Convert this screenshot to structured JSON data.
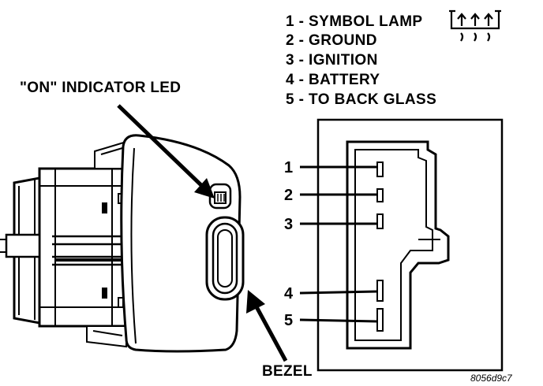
{
  "legend": {
    "items": [
      {
        "num": "1",
        "label": "1 - SYMBOL LAMP"
      },
      {
        "num": "2",
        "label": "2 - GROUND"
      },
      {
        "num": "3",
        "label": "3 - IGNITION"
      },
      {
        "num": "4",
        "label": "4 - BATTERY"
      },
      {
        "num": "5",
        "label": "5 - TO BACK GLASS"
      }
    ],
    "symbol_icon": "rear-defrost-symbol-icon"
  },
  "callouts": {
    "indicator": "\"ON\" INDICATOR LED",
    "bezel": "BEZEL"
  },
  "connector_pins": [
    "1",
    "2",
    "3",
    "4",
    "5"
  ],
  "figure_id": "8056d9c7"
}
